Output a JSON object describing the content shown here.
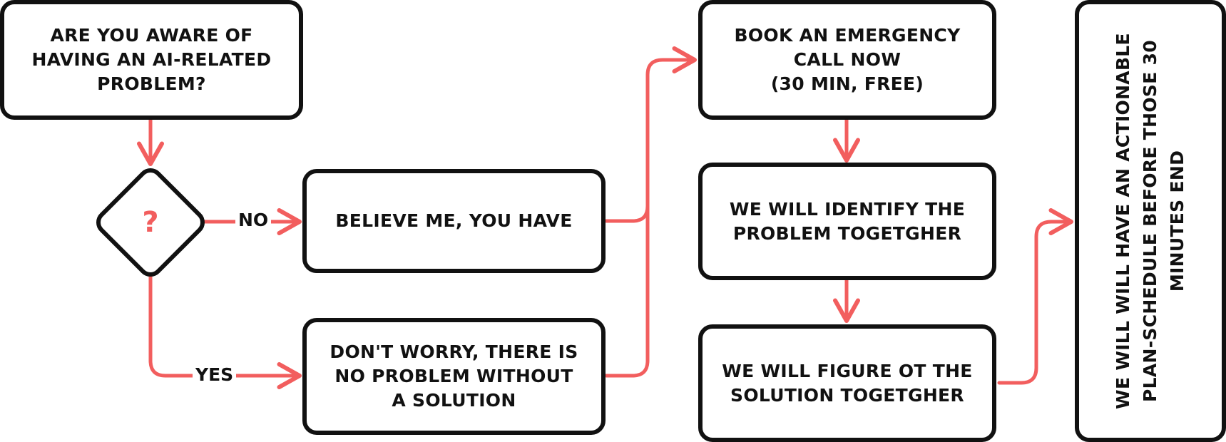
{
  "colors": {
    "arrow": "#f25e5e",
    "border": "#111111",
    "background": "#ffffff"
  },
  "nodes": {
    "start": "ARE YOU AWARE OF\nHAVING AN AI-RELATED\nPROBLEM?",
    "decision": "?",
    "no_branch": "BELIEVE ME, YOU HAVE",
    "yes_branch": "DON'T WORRY, THERE IS\nNO PROBLEM WITHOUT\nA SOLUTION",
    "book_call": "BOOK AN EMERGENCY\nCALL NOW\n(30 MIN, FREE)",
    "identify": "WE WILL IDENTIFY THE\nPROBLEM TOGETGHER",
    "figure_out": "WE WILL FIGURE OT THE\nSOLUTION TOGETGHER",
    "outcome": "WE WILL WILL HAVE AN ACTIONABLE\nPLAN-SCHEDULE BEFORE THOSE 30\nMINUTES END"
  },
  "edge_labels": {
    "no": "NO",
    "yes": "YES"
  }
}
